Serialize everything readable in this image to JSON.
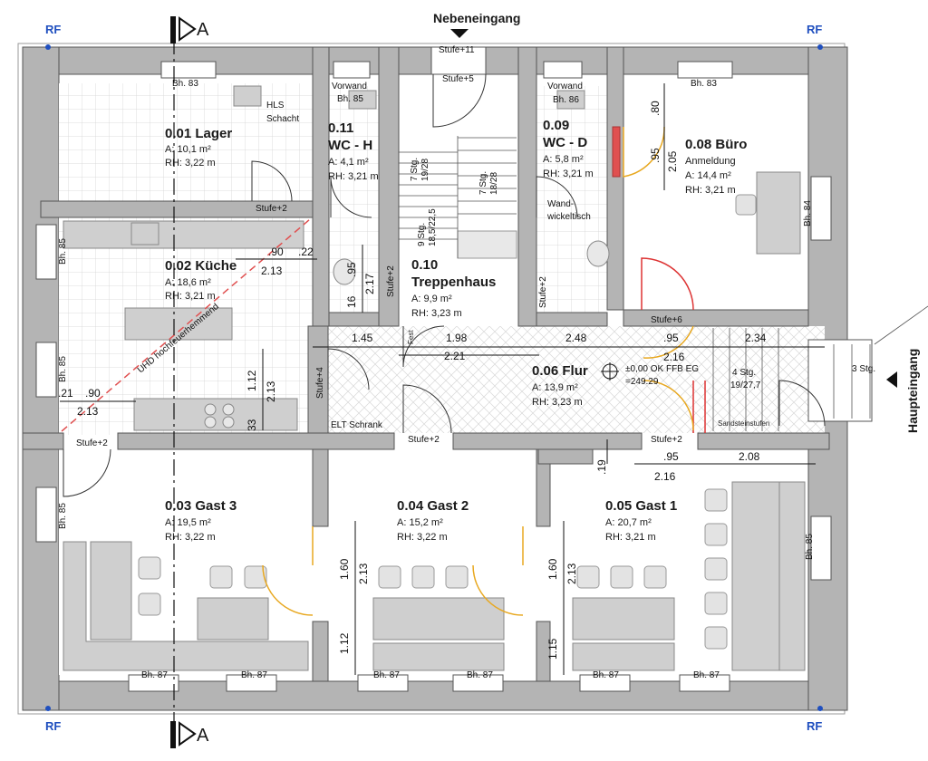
{
  "markers": {
    "rf": "RF",
    "section": "A"
  },
  "entrances": {
    "side": "Nebeneingang",
    "main": "Haupteingang"
  },
  "rooms": [
    {
      "id": "lager",
      "name": "0.01 Lager",
      "area": "A: 10,1 m²",
      "rh": "RH: 3,22 m"
    },
    {
      "id": "kueche",
      "name": "0.02 Küche",
      "area": "A: 18,6 m²",
      "rh": "RH: 3,21 m"
    },
    {
      "id": "gast3",
      "name": "0.03 Gast 3",
      "area": "A: 19,5 m²",
      "rh": "RH: 3,22 m"
    },
    {
      "id": "gast2",
      "name": "0.04 Gast 2",
      "area": "A: 15,2 m²",
      "rh": "RH: 3,22 m"
    },
    {
      "id": "gast1",
      "name": "0.05 Gast 1",
      "area": "A: 20,7 m²",
      "rh": "RH: 3,21 m"
    },
    {
      "id": "flur",
      "name": "0.06 Flur",
      "area": "A: 13,9 m²",
      "rh": "RH: 3,23 m"
    },
    {
      "id": "buero",
      "name": "0.08 Büro",
      "sub": "Anmeldung",
      "area": "A: 14,4 m²",
      "rh": "RH: 3,21 m"
    },
    {
      "id": "wcd",
      "name_top": "0.09",
      "name_bottom": "WC - D",
      "area": "A: 5,8 m²",
      "rh": "RH: 3,21 m"
    },
    {
      "id": "treppe",
      "name_top": "0.10",
      "name_bottom": "Treppenhaus",
      "area": "A: 9,9 m²",
      "rh": "RH: 3,23 m"
    },
    {
      "id": "wch",
      "name_top": "0.11",
      "name_bottom": "WC - H",
      "area": "A: 4,1 m²",
      "rh": "RH: 3,21 m"
    }
  ],
  "labels": {
    "hls_1": "HLS",
    "hls_2": "Schacht",
    "vorwand": "Vorwand",
    "wand_1": "Wand-",
    "wand_2": "wickeltisch",
    "elt": "ELT Schrank",
    "uhd": "UHD hochfeuerhemmend",
    "sandstein": "Sandsteinstufen",
    "fest": "Fest",
    "ffb_1": "±0,00 OK FFB EG",
    "ffb_2": "=249.29",
    "stg3": "3 Stg.",
    "stg4": "4 Stg.",
    "stg4_ratio": "19/27,7",
    "stg7a": "7 Stg.",
    "stg7a_ratio": "19/28",
    "stg7b": "7 Stg.",
    "stg7b_ratio": "18/28",
    "stg9": "9 Stg.",
    "stg9_ratio": "18,5/22,5"
  },
  "steps": {
    "s11": "Stufe+11",
    "s5": "Stufe+5",
    "s2": "Stufe+2",
    "s4": "Stufe+4",
    "s6": "Stufe+6"
  },
  "sills": {
    "bh83": "Bh. 83",
    "bh85": "Bh. 85",
    "bh86": "Bh. 86",
    "bh84": "Bh. 84",
    "bh87": "Bh. 87"
  },
  "dims": {
    "d145": "1.45",
    "d198": "1.98",
    "d248": "2.48",
    "d234": "2.34",
    "d221": "2.21",
    "d216": "2.16",
    "d095": ".95",
    "d208": "2.08",
    "d019": ".19",
    "d090": ".90",
    "d213": "2.13",
    "d022": ".22",
    "d021": ".21",
    "d112": "1.12",
    "d033": "33",
    "d217": "2.17",
    "d016": "16",
    "d080": ".80",
    "d205": "2.05",
    "d160": "1.60",
    "d115": "1.15"
  }
}
